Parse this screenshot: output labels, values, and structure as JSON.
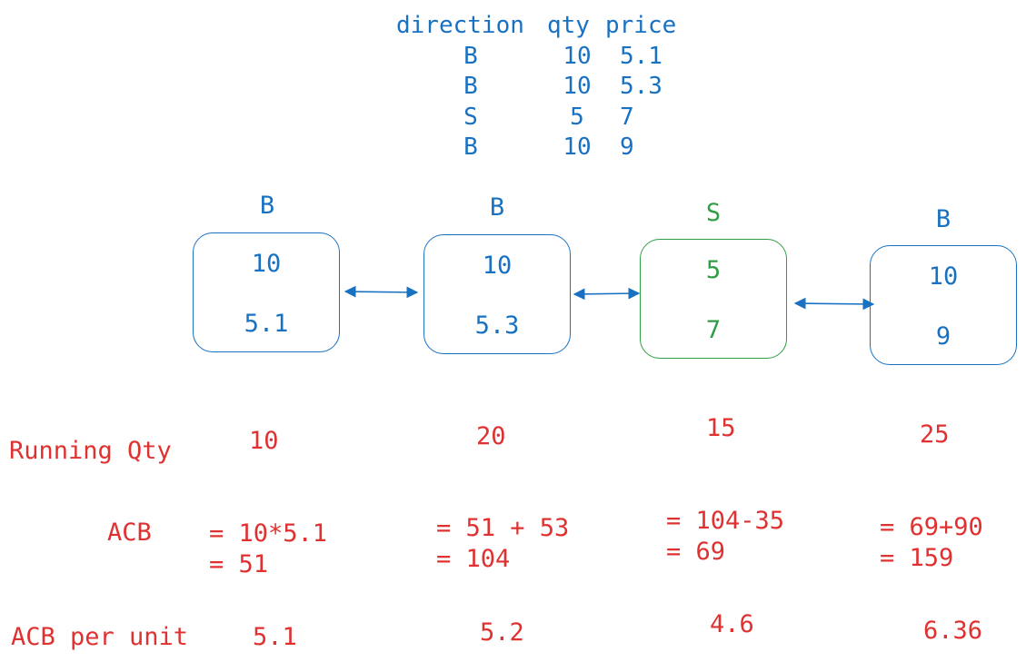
{
  "table": {
    "headers": [
      "direction",
      "qty",
      "price"
    ],
    "rows": [
      [
        "B",
        "10",
        "5.1"
      ],
      [
        "B",
        "10",
        "5.3"
      ],
      [
        "S",
        "5",
        "7"
      ],
      [
        "B",
        "10",
        "9"
      ]
    ]
  },
  "trades": [
    {
      "direction": "B",
      "qty": "10",
      "price": "5.1"
    },
    {
      "direction": "B",
      "qty": "10",
      "price": "5.3"
    },
    {
      "direction": "S",
      "qty": "5",
      "price": "7"
    },
    {
      "direction": "B",
      "qty": "10",
      "price": "9"
    }
  ],
  "labels": {
    "running_qty": "Running Qty",
    "acb": "ACB",
    "acb_per_unit": "ACB per unit"
  },
  "running_qty": [
    "10",
    "20",
    "15",
    "25"
  ],
  "acb_calc": [
    {
      "line1": "= 10*5.1",
      "line2": "= 51"
    },
    {
      "line1": "= 51 + 53",
      "line2": "= 104"
    },
    {
      "line1": "= 104-35",
      "line2": "= 69"
    },
    {
      "line1": "= 69+90",
      "line2": "= 159"
    }
  ],
  "acb_per_unit": [
    "5.1",
    "5.2",
    "4.6",
    "6.36"
  ],
  "colors": {
    "buy": "#1971c2",
    "sell": "#2f9e44",
    "calc": "#e03131"
  }
}
